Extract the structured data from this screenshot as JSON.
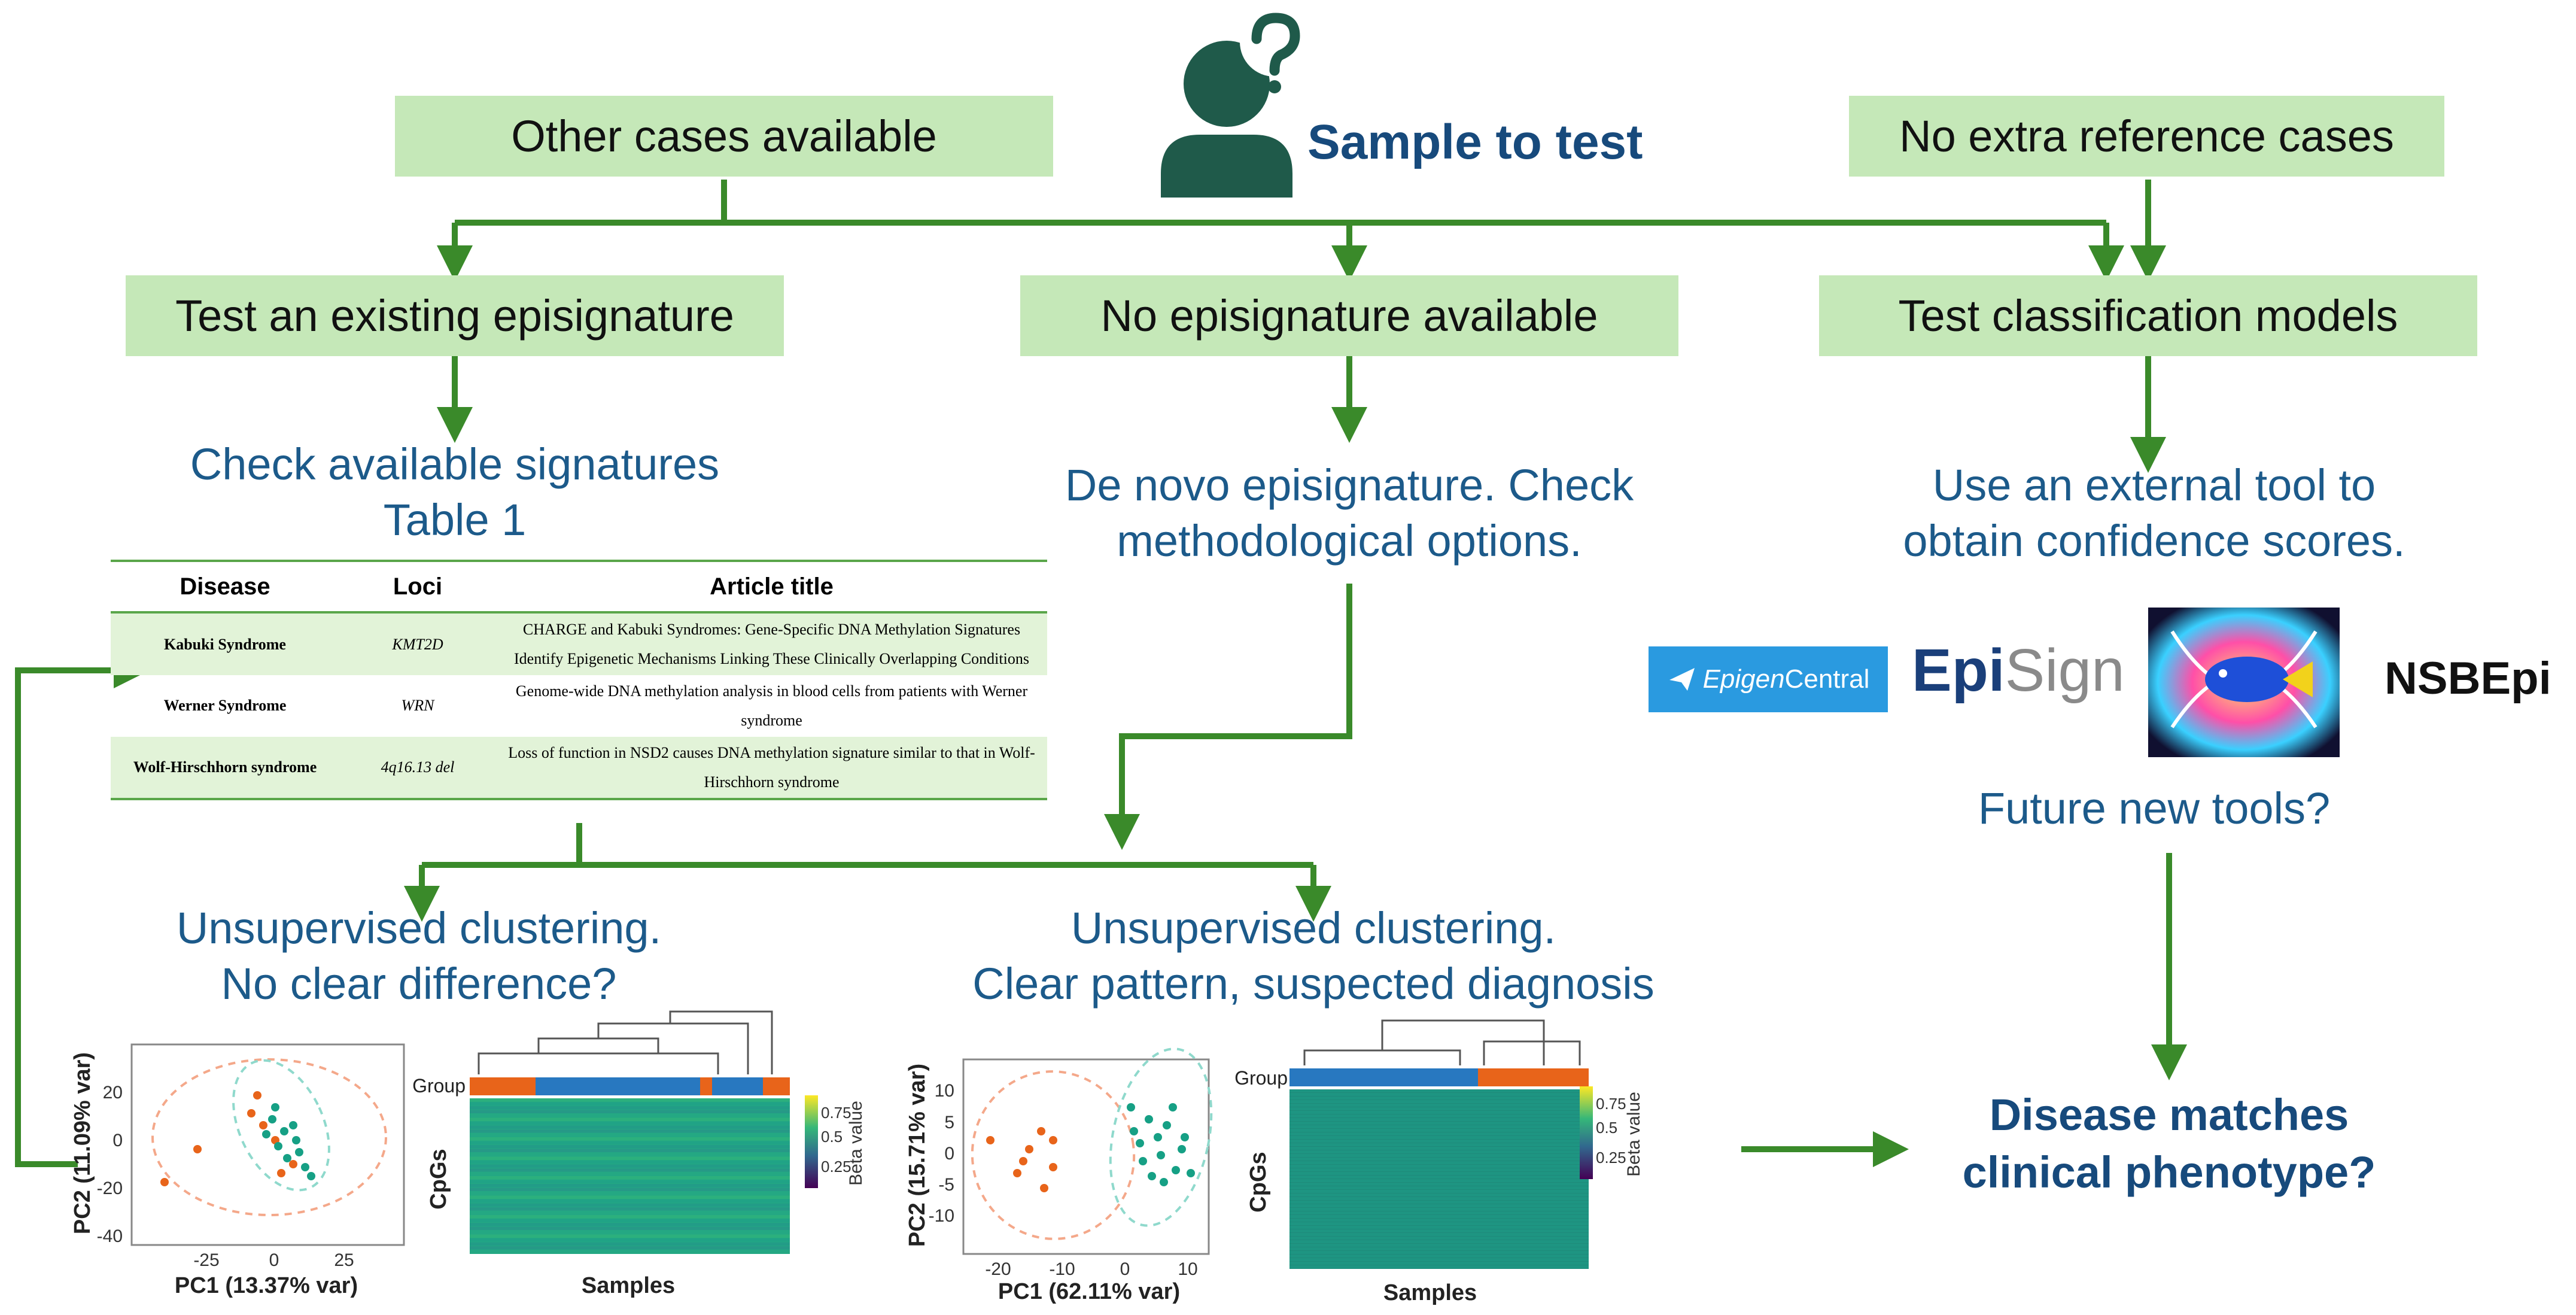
{
  "top": {
    "sample_label": "Sample to test",
    "other_cases": "Other cases available",
    "no_extra": "No extra reference cases"
  },
  "level2": {
    "existing": "Test an existing episignature",
    "none": "No episignature available",
    "classification": "Test classification models"
  },
  "left": {
    "line1": "Check available signatures",
    "line2": "Table 1"
  },
  "middle": {
    "line1": "De novo episignature. Check",
    "line2": "methodological options."
  },
  "right": {
    "line1": "Use an external tool to",
    "line2": "obtain confidence scores.",
    "future": "Future new tools?"
  },
  "tools": {
    "epigen_prefix": "Epigen",
    "epigen_suffix": "Central",
    "episign_epi": "Epi",
    "episign_sign": "Sign",
    "nsbepi": "NSBEpi"
  },
  "table": {
    "headers": [
      "Disease",
      "Loci",
      "Article title"
    ],
    "rows": [
      {
        "disease": "Kabuki Syndrome",
        "loci": "KMT2D",
        "title": "CHARGE and Kabuki Syndromes: Gene-Specific DNA Methylation Signatures Identify Epigenetic Mechanisms Linking These Clinically Overlapping Conditions"
      },
      {
        "disease": "Werner Syndrome",
        "loci": "WRN",
        "title": "Genome-wide DNA methylation analysis in blood cells from patients with Werner syndrome"
      },
      {
        "disease": "Wolf-Hirschhorn syndrome",
        "loci": "4q16.13 del",
        "title": "Loss of function in NSD2 causes DNA methylation signature similar to that in Wolf-Hirschhorn syndrome"
      }
    ]
  },
  "cluster_left": {
    "line1": "Unsupervised clustering.",
    "line2": "No clear difference?"
  },
  "cluster_right": {
    "line1": "Unsupervised clustering.",
    "line2": "Clear pattern, suspected diagnosis"
  },
  "outcome": {
    "line1": "Disease matches",
    "line2": "clinical phenotype?"
  },
  "pca_left": {
    "xlabel": "PC1 (13.37% var)",
    "ylabel": "PC2 (11.09% var)",
    "xticks": [
      "-25",
      "0",
      "25"
    ],
    "yticks": [
      "20",
      "0",
      "-20",
      "-40"
    ]
  },
  "pca_right": {
    "xlabel": "PC1 (62.11% var)",
    "ylabel": "PC2 (15.71% var)",
    "xticks": [
      "-20",
      "-10",
      "0",
      "10"
    ],
    "yticks": [
      "10",
      "5",
      "0",
      "-5",
      "-10"
    ]
  },
  "heatmap": {
    "group_label": "Group",
    "row_label": "CpGs",
    "col_label": "Samples",
    "legend_title": "Beta value",
    "legend_ticks": [
      "0.75",
      "0.5",
      "0.25"
    ]
  },
  "colors": {
    "green_box": "#c5e8b8",
    "arrow": "#3a8a2a",
    "blue_text": "#1c5a8a",
    "dark_teal": "#1f5a4a",
    "group_orange": "#e8641a",
    "group_blue": "#2878c0",
    "case_point": "#e8641a",
    "control_point": "#16a085"
  },
  "icons": [
    "person-question-icon",
    "paper-plane-icon",
    "dna-fish-icon"
  ]
}
